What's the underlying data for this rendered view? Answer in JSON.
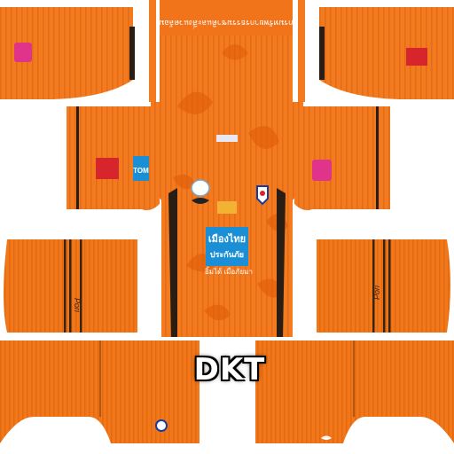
{
  "texture": {
    "title": "",
    "colors": {
      "base": "#f47a1f",
      "stripe": "#e06812",
      "shadow": "#d65f0c",
      "trim": "#2a1d14",
      "white": "#ffffff",
      "sponsor_blue": "#1a8fd6",
      "sponsor_pink": "#e0338a",
      "logo_red": "#d6262b"
    },
    "front_text": "กรมทรัพยากรธรรมชาติและสิ่งแวดล้อม",
    "sponsor_main": {
      "line1": "เมืองไทย",
      "line2": "ประกันภัย",
      "tagline": "ยิ้มได้ เมื่อภัยมา"
    },
    "sleeve_brand": "TOM",
    "watermark": "DKT",
    "signature": "Pori"
  }
}
